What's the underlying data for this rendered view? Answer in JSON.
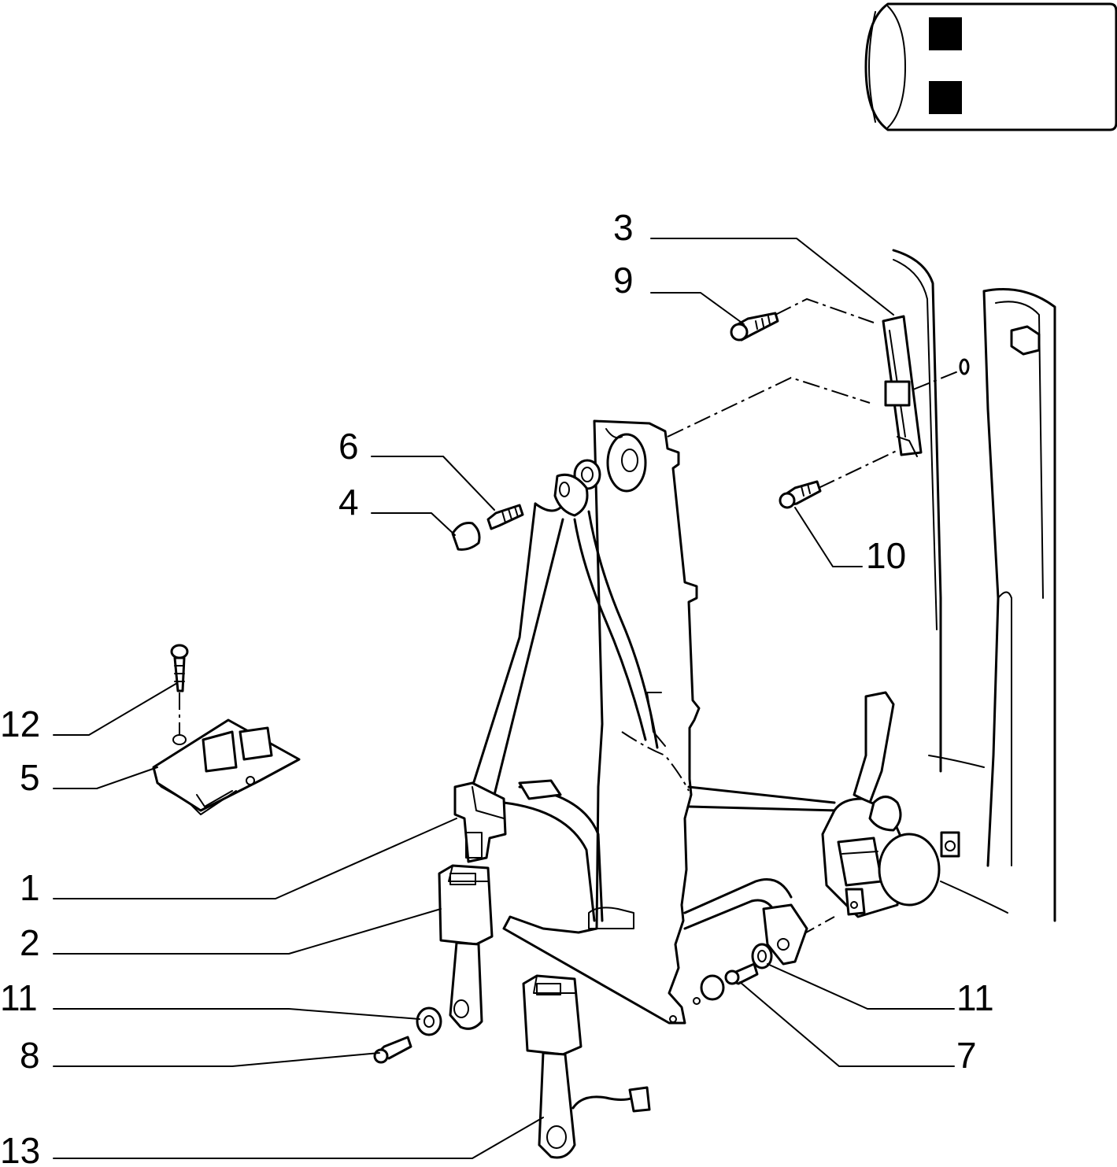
{
  "diagram": {
    "callouts": [
      {
        "id": "c3",
        "text": "3"
      },
      {
        "id": "c9",
        "text": "9"
      },
      {
        "id": "c6",
        "text": "6"
      },
      {
        "id": "c4",
        "text": "4"
      },
      {
        "id": "c10",
        "text": "10"
      },
      {
        "id": "c12",
        "text": "12"
      },
      {
        "id": "c5",
        "text": "5"
      },
      {
        "id": "c1",
        "text": "1"
      },
      {
        "id": "c2",
        "text": "2"
      },
      {
        "id": "c11a",
        "text": "11"
      },
      {
        "id": "c8",
        "text": "8"
      },
      {
        "id": "c13",
        "text": "13"
      },
      {
        "id": "c11b",
        "text": "11"
      },
      {
        "id": "c7",
        "text": "7"
      }
    ]
  }
}
